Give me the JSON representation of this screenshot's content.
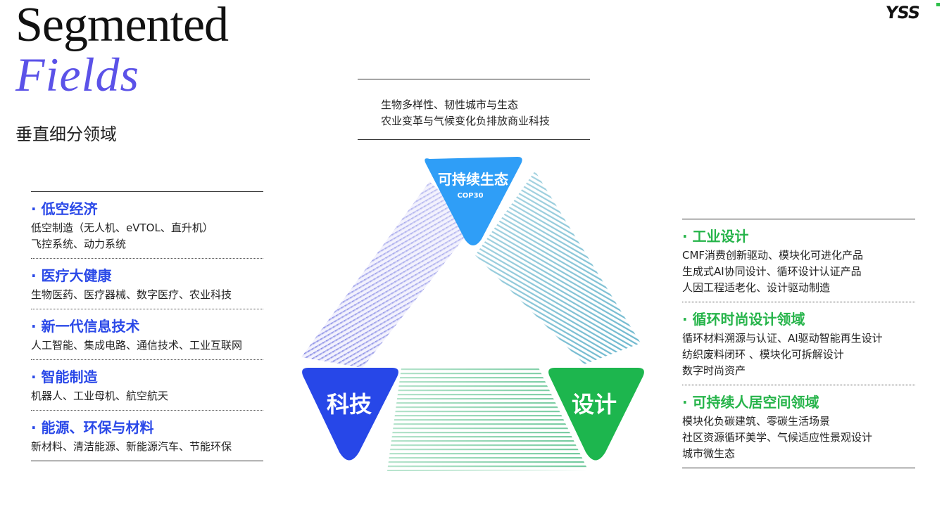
{
  "header": {
    "title_line1": "Segmented",
    "title_line2": "Fields",
    "subtitle_cn": "垂直细分领域",
    "logo_text": "YSS"
  },
  "top_note": {
    "lines": [
      "生物多样性、韧性城市与生态",
      "农业变革与气候变化负排放商业科技"
    ]
  },
  "diagram": {
    "top_badge": {
      "label": "可持续生态",
      "sublabel": "COP30",
      "color": "#2f9ef7"
    },
    "left_badge": {
      "label": "科技",
      "color": "#2747e8"
    },
    "right_badge": {
      "label": "设计",
      "color": "#1db64e"
    }
  },
  "left_column": [
    {
      "title": "· 低空经济",
      "lines": [
        "低空制造（无人机、eVTOL、直升机）",
        "飞控系统、动力系统"
      ]
    },
    {
      "title": "· 医疗大健康",
      "lines": [
        "生物医药、医疗器械、数字医疗、农业科技"
      ]
    },
    {
      "title": "· 新一代信息技术",
      "lines": [
        "人工智能、集成电路、通信技术、工业互联网"
      ]
    },
    {
      "title": "· 智能制造",
      "lines": [
        "机器人、工业母机、航空航天"
      ]
    },
    {
      "title": "· 能源、环保与材料",
      "lines": [
        "新材料、清洁能源、新能源汽车、节能环保"
      ]
    }
  ],
  "right_column": [
    {
      "title": "· 工业设计",
      "lines": [
        "CMF消费创新驱动、模块化可进化产品",
        "生成式AI协同设计、循环设计认证产品",
        "人因工程适老化、设计驱动制造"
      ]
    },
    {
      "title": "· 循环时尚设计领域",
      "lines": [
        "循环材料溯源与认证、AI驱动智能再生设计",
        "纺织废料闭环  、模块化可拆解设计",
        "数字时尚资产"
      ]
    },
    {
      "title": "· 可持续人居空间领域",
      "lines": [
        "模块化负碳建筑、零碳生活场景",
        "社区资源循环美学、气候适应性景观设计",
        "城市微生态"
      ]
    }
  ]
}
